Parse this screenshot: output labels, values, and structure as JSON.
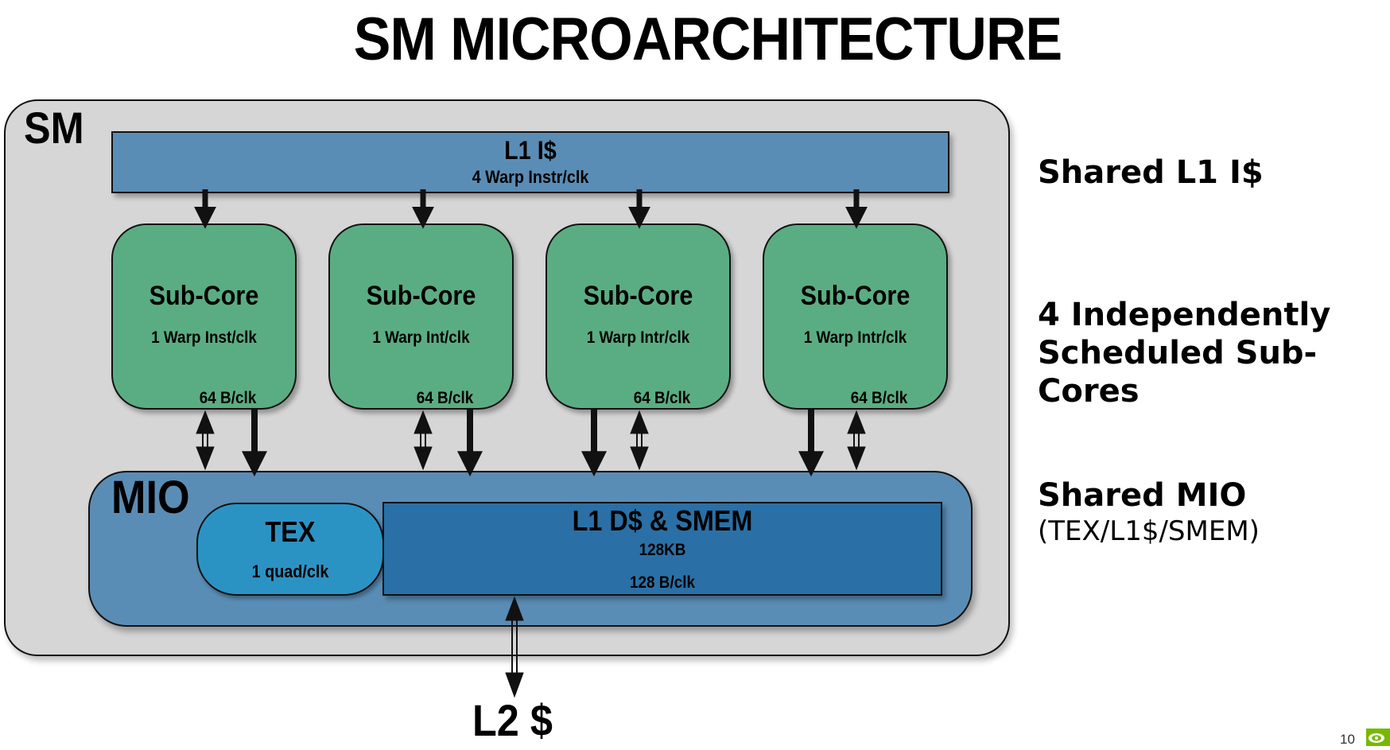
{
  "slide": {
    "title": "SM MICROARCHITECTURE",
    "page_number": "10",
    "logo": "nvidia-logo-icon"
  },
  "diagram": {
    "sm": {
      "label": "SM"
    },
    "l1_icache": {
      "label": "L1 I$",
      "rate": "4 Warp Instr/clk"
    },
    "sub_cores": [
      {
        "label": "Sub-Core",
        "rate": "1 Warp Inst/clk",
        "bandwidth": "64 B/clk"
      },
      {
        "label": "Sub-Core",
        "rate": "1 Warp Int/clk",
        "bandwidth": "64 B/clk"
      },
      {
        "label": "Sub-Core",
        "rate": "1 Warp Intr/clk",
        "bandwidth": "64 B/clk"
      },
      {
        "label": "Sub-Core",
        "rate": "1 Warp Intr/clk",
        "bandwidth": "64 B/clk"
      }
    ],
    "mio": {
      "label": "MIO",
      "tex": {
        "label": "TEX",
        "rate": "1 quad/clk"
      },
      "l1_dcache": {
        "label": "L1 D$ & SMEM",
        "size": "128KB",
        "bandwidth": "128 B/clk"
      }
    },
    "l2": {
      "label": "L2 $"
    },
    "colors": {
      "sm_bg": "#d6d6d6",
      "l1i": "#5a8db5",
      "sub_core": "#5aad82",
      "mio": "#5a8db5",
      "tex": "#2b93c4",
      "l1d": "#2a70a6"
    }
  },
  "annotations": [
    {
      "text": "Shared L1 I$"
    },
    {
      "line1": "4 Independently",
      "line2": "Scheduled Sub-Cores"
    },
    {
      "text": "Shared MIO",
      "sub": "(TEX/L1$/SMEM)"
    }
  ]
}
